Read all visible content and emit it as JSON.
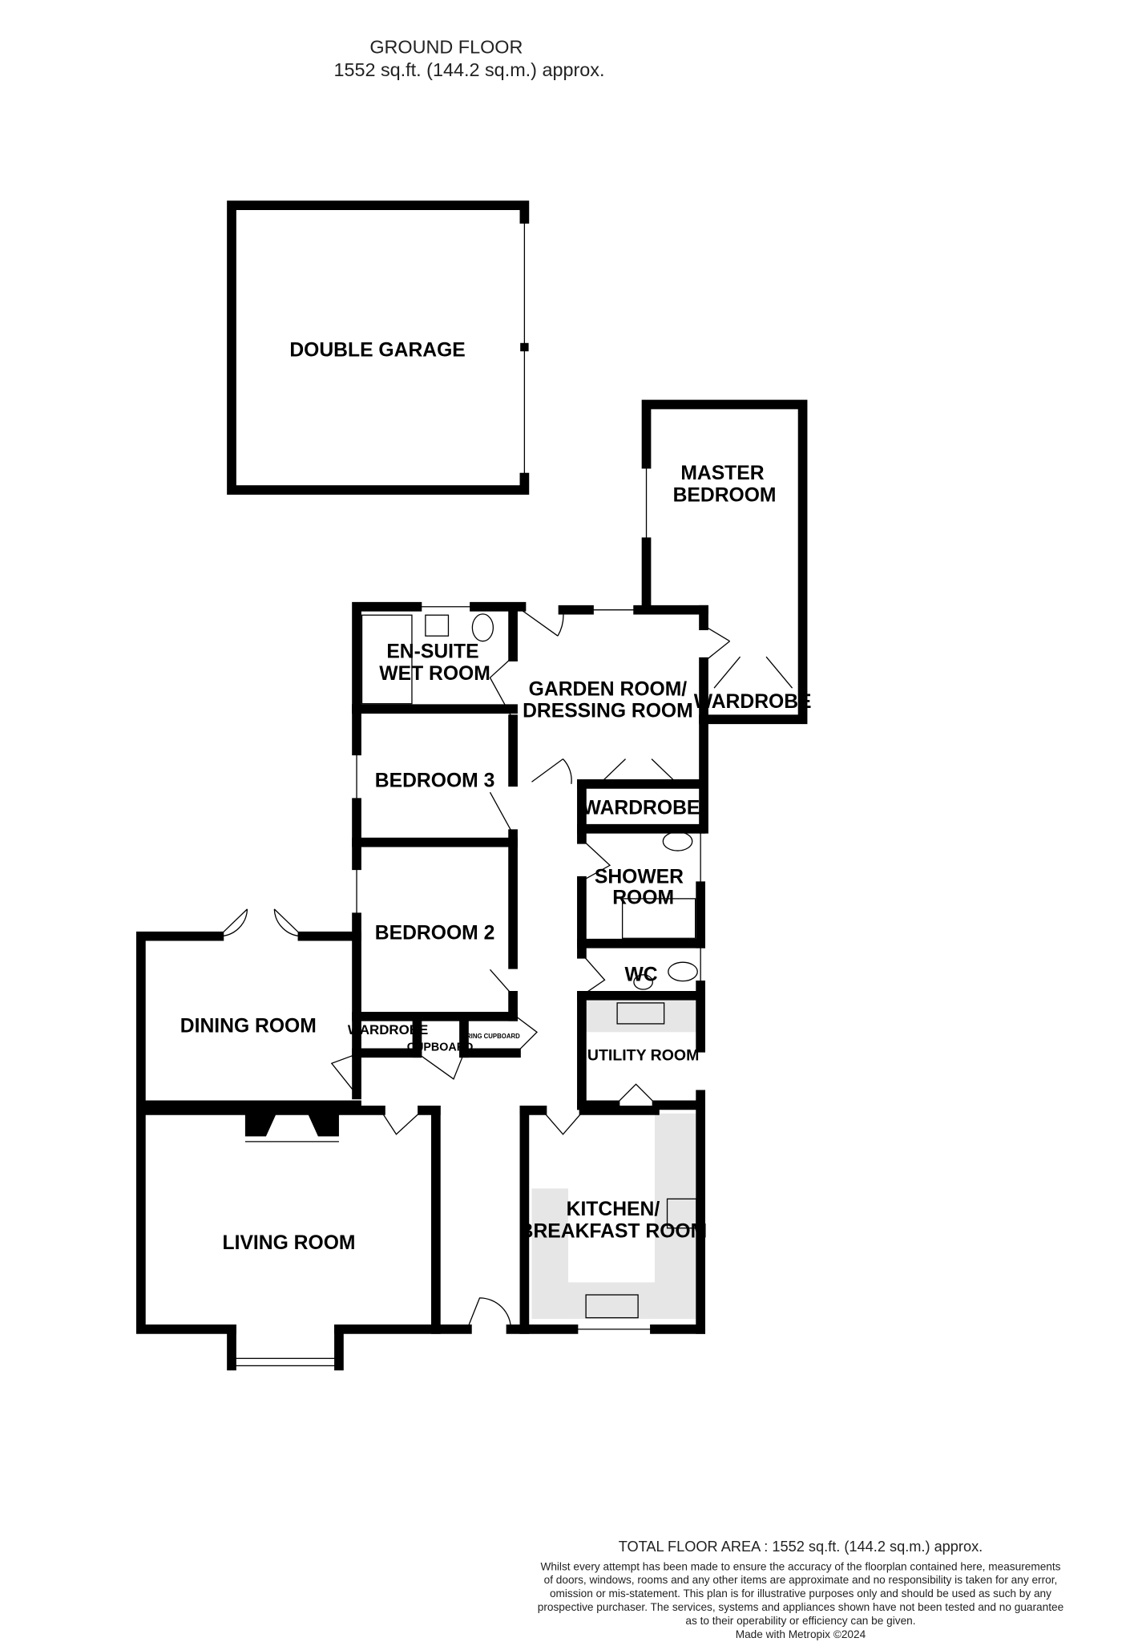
{
  "header": {
    "floor": "GROUND FLOOR",
    "area": "1552 sq.ft. (144.2 sq.m.) approx."
  },
  "rooms": {
    "garage": "DOUBLE GARAGE",
    "master_1": "MASTER",
    "master_2": "BEDROOM",
    "ensuite_1": "EN-SUITE",
    "ensuite_2": "WET ROOM",
    "garden_1": "GARDEN ROOM/",
    "garden_2": "DRESSING ROOM",
    "wardrobe_master": "WARDROBE",
    "bedroom3": "BEDROOM 3",
    "wardrobe_hall": "WARDROBE",
    "shower_1": "SHOWER",
    "shower_2": "ROOM",
    "bedroom2": "BEDROOM 2",
    "wc": "WC",
    "dining": "DINING ROOM",
    "wardrobe_b2": "WARDROBE",
    "cupboard": "CUPBOARD",
    "airing": "AIRING CUPBOARD",
    "utility": "UTILITY ROOM",
    "living": "LIVING ROOM",
    "kitchen_1": "KITCHEN/",
    "kitchen_2": "BREAKFAST ROOM"
  },
  "footer": {
    "total": "TOTAL FLOOR AREA : 1552 sq.ft. (144.2 sq.m.) approx.",
    "disclaimer": [
      "Whilst every attempt has been made to ensure the accuracy of the floorplan contained here, measurements",
      "of doors, windows, rooms and any other items are approximate and no responsibility is taken for any error,",
      "omission or mis-statement. This plan is for illustrative purposes only and should be used as such by any",
      "prospective purchaser. The services, systems and appliances shown have not been tested and no guarantee",
      "as to their operability or efficiency can be given."
    ],
    "credit": "Made with Metropix ©2024"
  },
  "colors": {
    "wall": "#000000",
    "worktop": "#e6e6e6"
  }
}
